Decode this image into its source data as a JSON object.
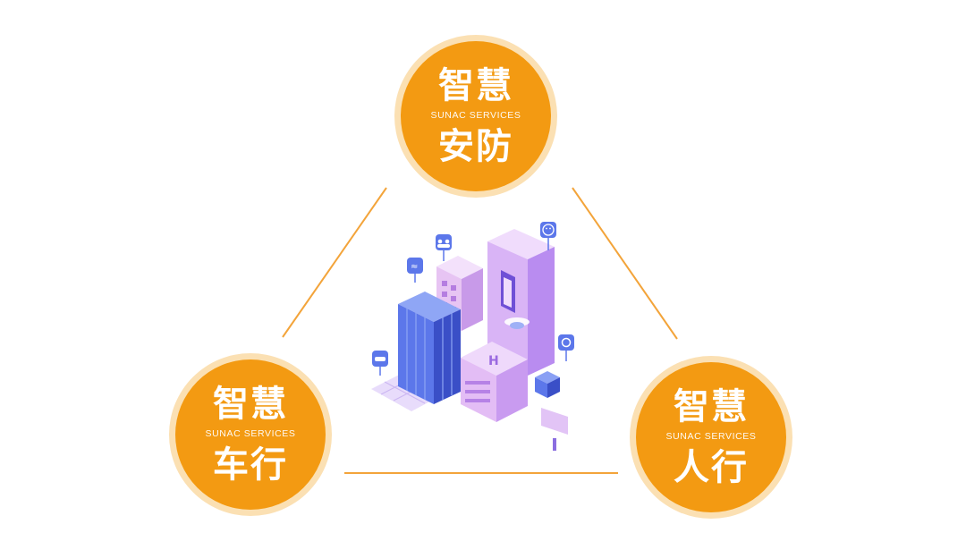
{
  "nodes": [
    {
      "title": "智慧",
      "subtitle": "SUNAC SERVICES",
      "label": "安防"
    },
    {
      "title": "智慧",
      "subtitle": "SUNAC SERVICES",
      "label": "车行"
    },
    {
      "title": "智慧",
      "subtitle": "SUNAC SERVICES",
      "label": "人行"
    }
  ],
  "colors": {
    "node_fill": "#f39a12",
    "node_ring": "#fbe0b3",
    "connector": "#f3a43a",
    "building_blue": "#4a63e0",
    "building_violet": "#b98cf0",
    "building_pink": "#e6c8f7"
  },
  "illustration": {
    "icons": [
      "wifi-icon",
      "users-icon",
      "smiley-icon",
      "car-icon",
      "camera-icon"
    ]
  }
}
